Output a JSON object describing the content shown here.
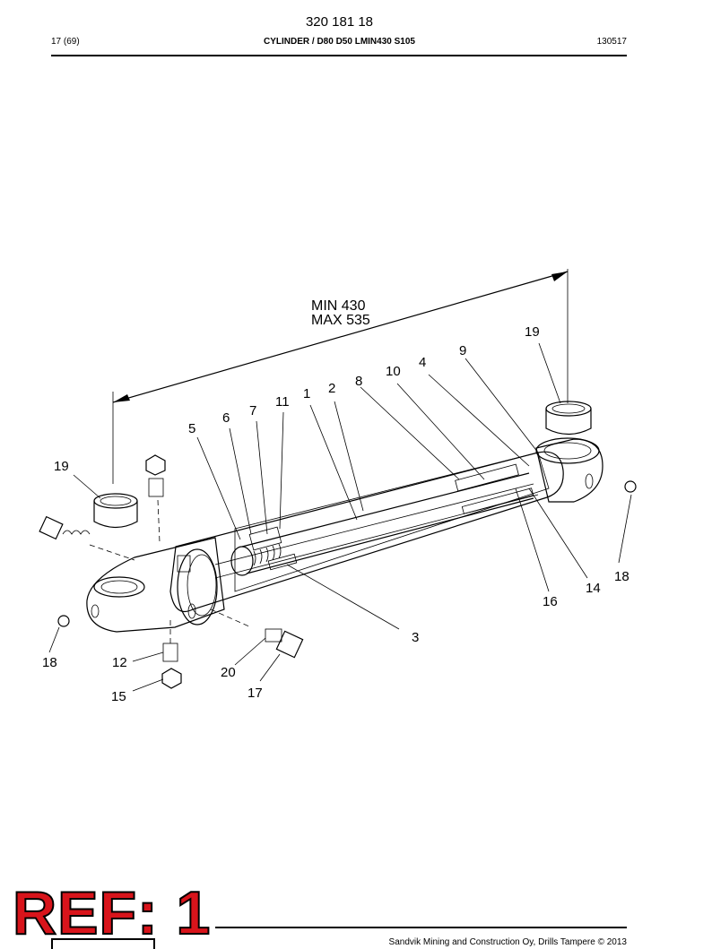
{
  "header": {
    "doc_number": "320 181 18",
    "page": "17 (69)",
    "title": "CYLINDER / D80 D50 LMIN430 S105",
    "date": "130517"
  },
  "dimension": {
    "min": "MIN 430",
    "max": "MAX 535"
  },
  "callouts": [
    "1",
    "2",
    "3",
    "4",
    "5",
    "6",
    "7",
    "8",
    "9",
    "10",
    "11",
    "12",
    "14",
    "15",
    "16",
    "17",
    "18",
    "18",
    "19",
    "19",
    "20"
  ],
  "footer": {
    "stamp": "REF: 1",
    "copyright": "Sandvik Mining and Construction Oy, Drills Tampere © 2013"
  }
}
